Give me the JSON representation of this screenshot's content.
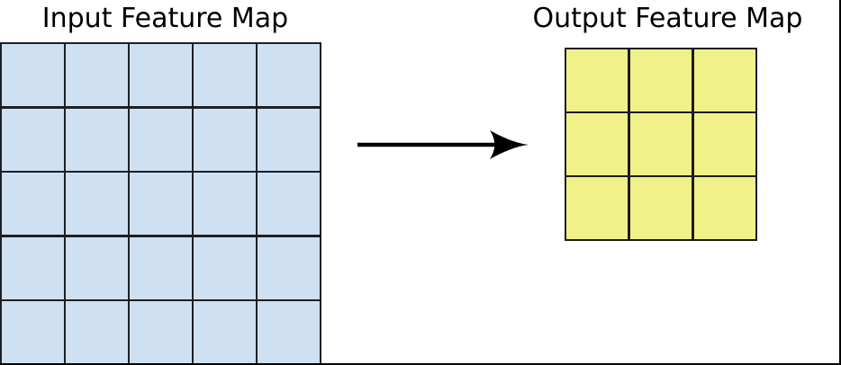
{
  "diagram": {
    "input": {
      "title": "Input Feature Map",
      "rows": 5,
      "cols": 5,
      "cell_color": "#cfe0f2",
      "line_color": "#1c2026"
    },
    "output": {
      "title": "Output Feature Map",
      "rows": 3,
      "cols": 3,
      "cell_color": "#f1f18a",
      "line_color": "#1c1c1c"
    },
    "arrow": {
      "color": "#000000"
    },
    "border_color": "#000000"
  }
}
